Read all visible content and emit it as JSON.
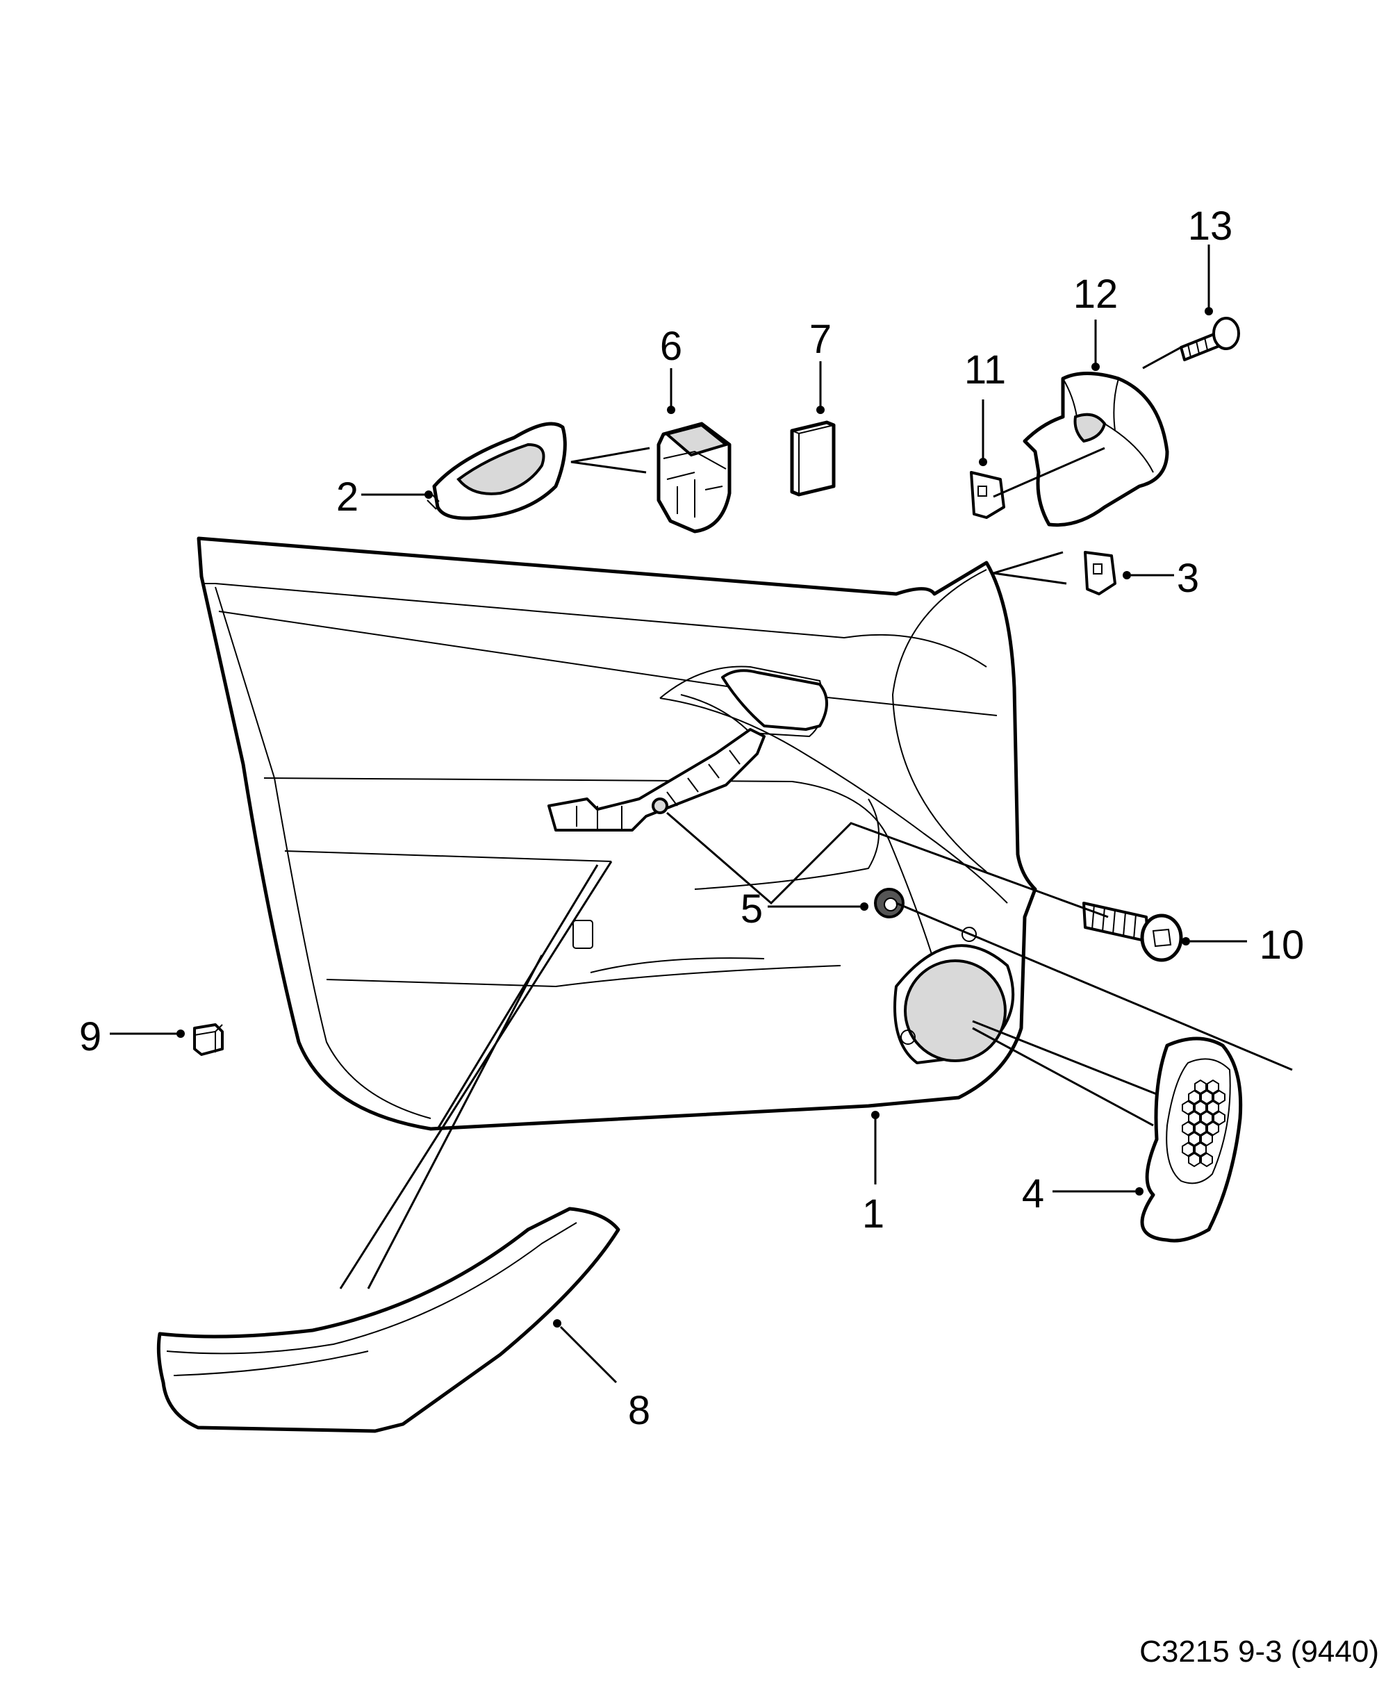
{
  "callouts": [
    {
      "id": "1",
      "label": "1"
    },
    {
      "id": "2",
      "label": "2"
    },
    {
      "id": "3",
      "label": "3"
    },
    {
      "id": "4",
      "label": "4"
    },
    {
      "id": "5",
      "label": "5"
    },
    {
      "id": "6",
      "label": "6"
    },
    {
      "id": "7",
      "label": "7"
    },
    {
      "id": "8",
      "label": "8"
    },
    {
      "id": "9",
      "label": "9"
    },
    {
      "id": "10",
      "label": "10"
    },
    {
      "id": "11",
      "label": "11"
    },
    {
      "id": "12",
      "label": "12"
    },
    {
      "id": "13",
      "label": "13"
    }
  ],
  "footer": {
    "code": "C3215 9-3 (9440)"
  }
}
